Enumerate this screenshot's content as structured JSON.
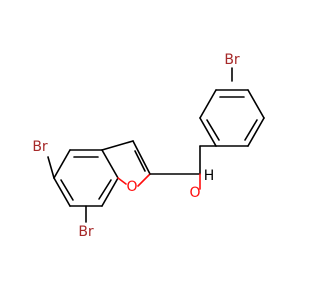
{
  "molecule": {
    "atoms": {
      "br_top": "Br",
      "br_left": "Br",
      "br_bottom": "Br",
      "ring_oxygen": "O",
      "hydroxyl_oxygen": "O",
      "hydroxyl_hydrogen": "H"
    },
    "colors": {
      "bond": "#000000",
      "bromine": "#a62929",
      "oxygen": "#ff0d0d"
    }
  }
}
